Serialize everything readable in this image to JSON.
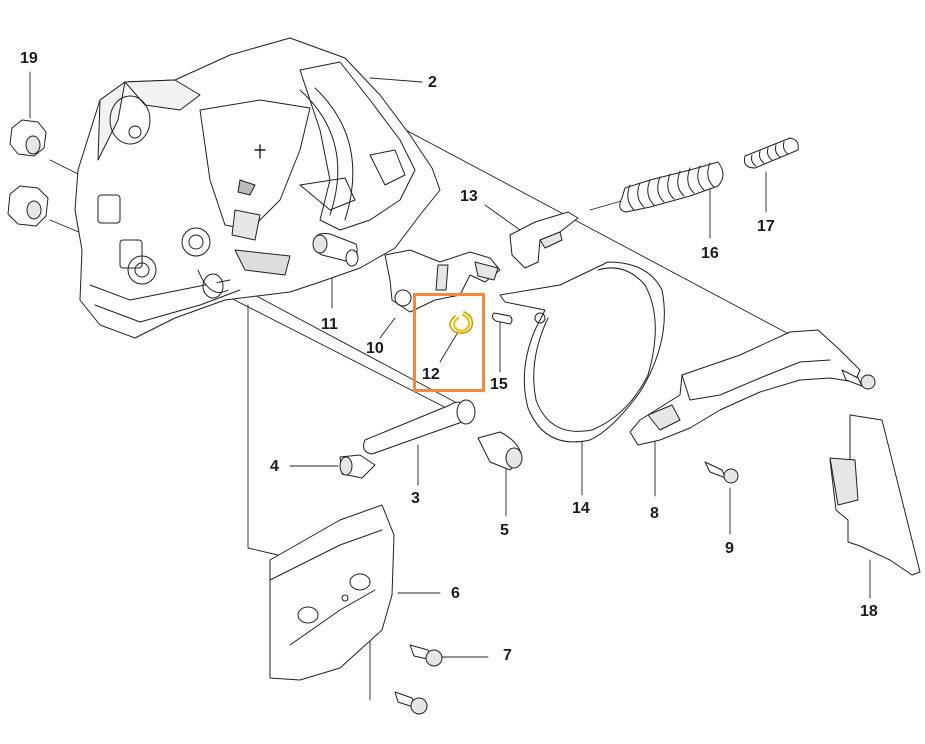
{
  "colors": {
    "line": "#1f1f1f",
    "fill": "#ffffff",
    "shade": "#e6e6e6",
    "highlight_box": "#f08a3c",
    "highlight_part": "#f2c200"
  },
  "callouts": {
    "c1": "19",
    "c2": "2",
    "c3": "13",
    "c4": "17",
    "c5": "16",
    "c6": "11",
    "c7": "10",
    "c8": "12",
    "c9": "15",
    "c10": "4",
    "c11": "3",
    "c12": "5",
    "c13": "14",
    "c14": "8",
    "c15": "9",
    "c16": "18",
    "c17": "6",
    "c18": "7"
  },
  "highlight": {
    "part": "12"
  }
}
